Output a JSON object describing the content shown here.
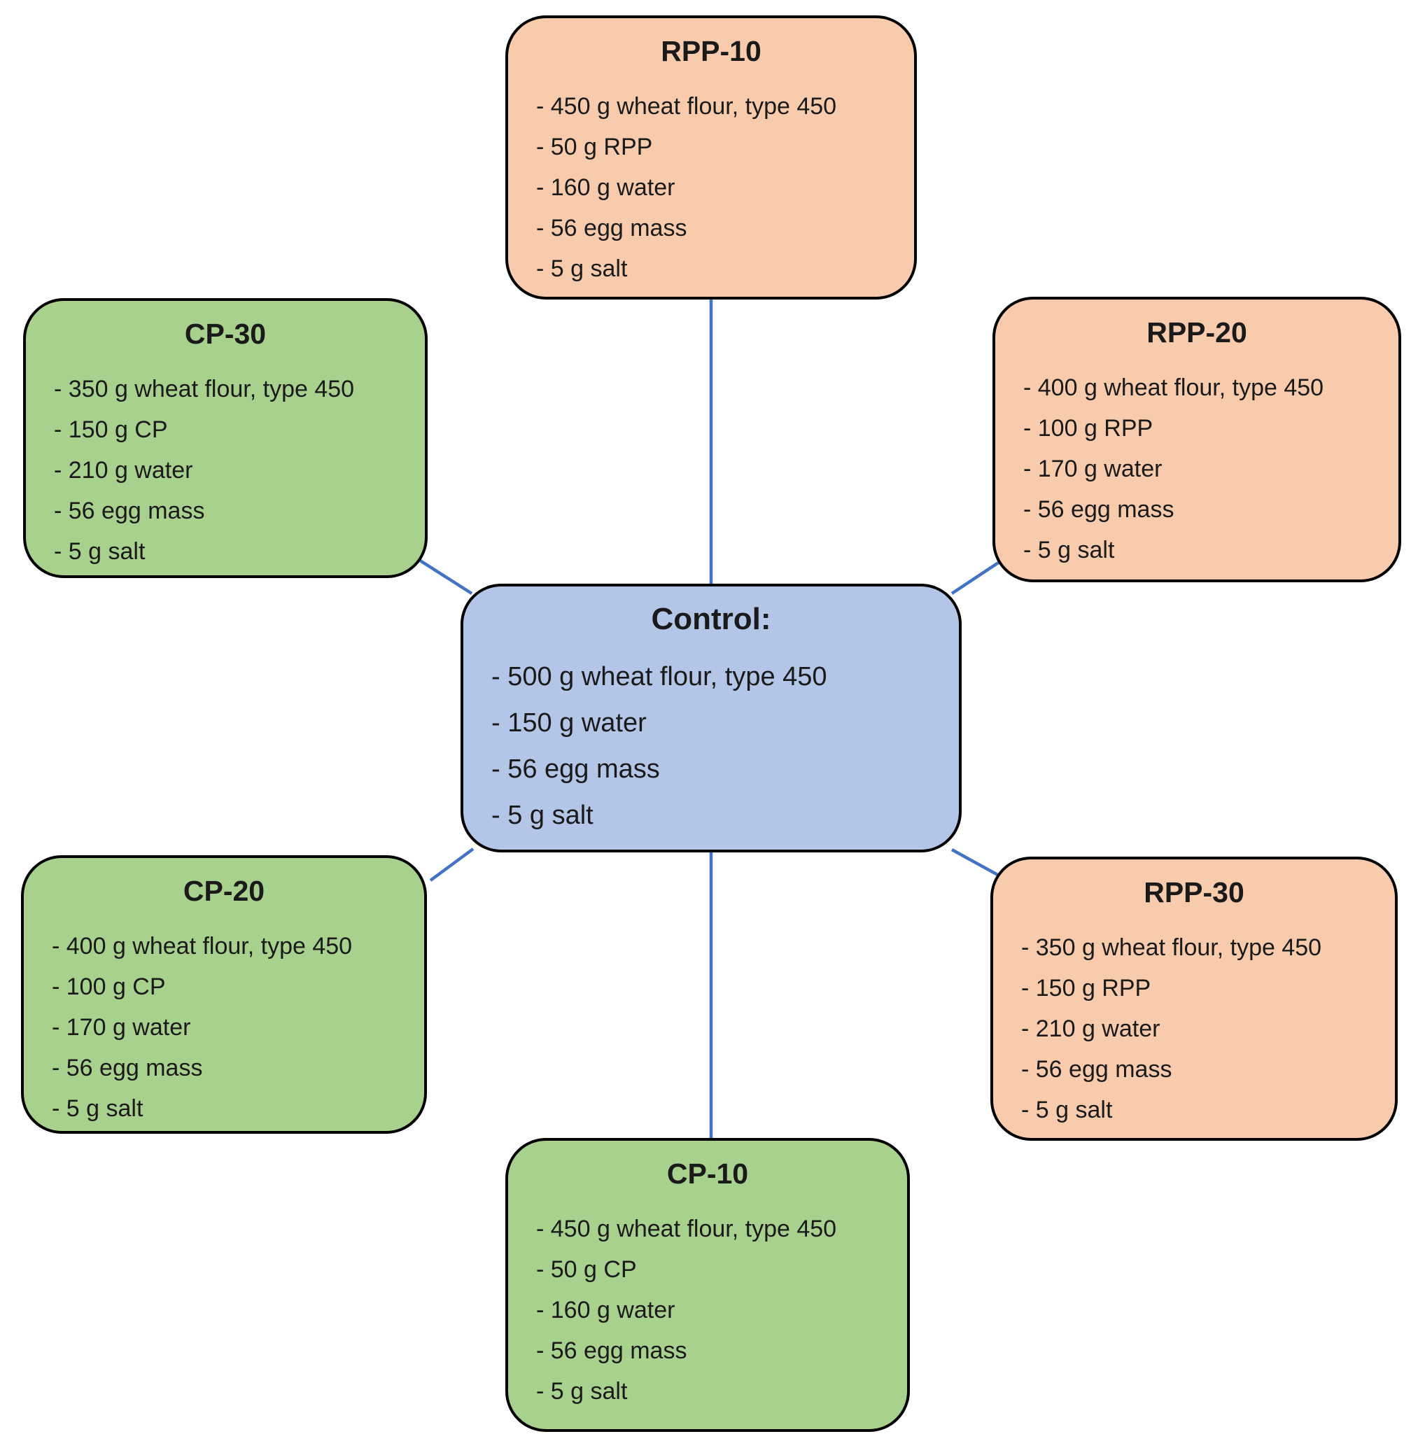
{
  "nodes": {
    "control": {
      "title": "Control:",
      "items": [
        "- 500 g wheat flour, type 450",
        "- 150 g water",
        "- 56 egg mass",
        "- 5 g salt"
      ]
    },
    "rpp10": {
      "title": "RPP-10",
      "items": [
        "- 450 g wheat flour, type 450",
        "- 50 g RPP",
        "- 160 g water",
        "- 56 egg mass",
        "- 5 g salt"
      ]
    },
    "rpp20": {
      "title": "RPP-20",
      "items": [
        "- 400 g wheat flour, type 450",
        "- 100 g RPP",
        "- 170 g water",
        "- 56 egg mass",
        "- 5 g salt"
      ]
    },
    "rpp30": {
      "title": "RPP-30",
      "items": [
        "- 350 g wheat flour, type 450",
        "- 150 g RPP",
        "- 210 g water",
        "- 56 egg mass",
        "- 5 g salt"
      ]
    },
    "cp10": {
      "title": "CP-10",
      "items": [
        "- 450 g wheat flour, type 450",
        "- 50 g CP",
        "- 160 g water",
        "- 56 egg mass",
        "- 5 g salt"
      ]
    },
    "cp20": {
      "title": "CP-20",
      "items": [
        "- 400 g wheat flour, type 450",
        "- 100 g CP",
        "- 170 g water",
        "- 56 egg mass",
        "- 5 g salt"
      ]
    },
    "cp30": {
      "title": "CP-30",
      "items": [
        "- 350 g wheat flour, type 450",
        "- 150 g CP",
        "- 210 g water",
        "- 56 egg mass",
        "- 5 g salt"
      ]
    }
  },
  "colors": {
    "rpp_fill": "#F8CBAD",
    "cp_fill": "#A9D18E",
    "control_fill": "#B4C6E7",
    "connector": "#4472C4",
    "border": "#000000"
  }
}
